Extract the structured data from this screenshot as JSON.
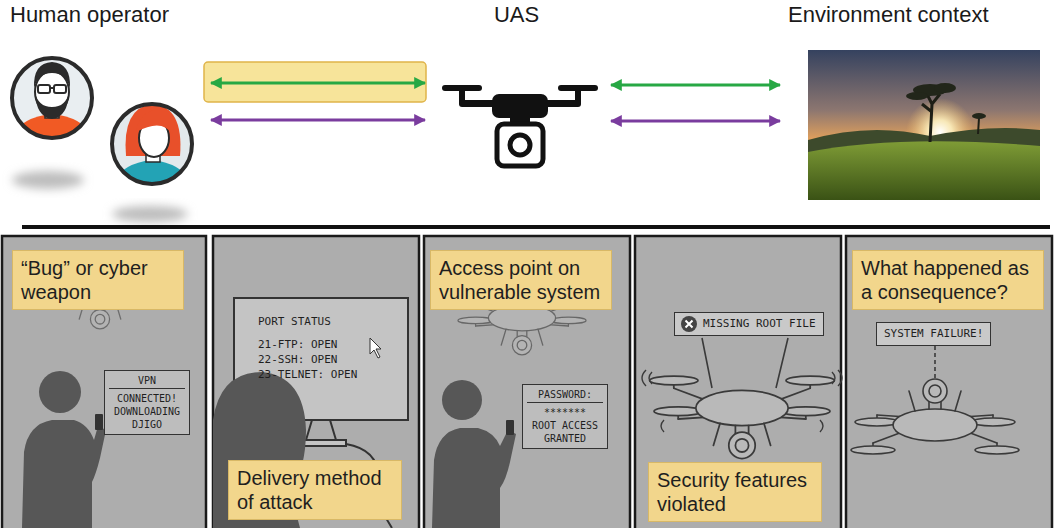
{
  "diagram": {
    "nodes": [
      {
        "text": [
          "Human operator"
        ]
      },
      {
        "text": [
          "UAS"
        ]
      },
      {
        "text": [
          "Environment context"
        ]
      },
      {
        "text": [
          "“Bug” or cyber weapon"
        ]
      },
      {
        "text": [
          "VPN",
          "CONNECTED! DOWNLOADING DJIGO"
        ]
      },
      {
        "text": [
          "PORT STATUS",
          "21-FTP: OPEN",
          "22-SSH: OPEN",
          "23-TELNET: OPEN"
        ]
      },
      {
        "text": [
          "Delivery method of attack"
        ]
      },
      {
        "text": [
          "Access point on vulnerable system"
        ]
      },
      {
        "text": [
          "PASSWORD:",
          "*******",
          "ROOT ACCESS GRANTED"
        ]
      },
      {
        "text": [
          "MISSING ROOT FILE"
        ]
      },
      {
        "text": [
          "Security features violated"
        ]
      },
      {
        "text": [
          "What happened as a consequence?"
        ]
      },
      {
        "text": [
          "SYSTEM FAILURE!"
        ]
      }
    ],
    "edges": [
      {
        "from": 0,
        "to": 1,
        "arrow": "both"
      },
      {
        "from": 0,
        "to": 1,
        "arrow": "both"
      },
      {
        "from": 1,
        "to": 2,
        "arrow": "both"
      },
      {
        "from": 1,
        "to": 2,
        "arrow": "both"
      }
    ]
  }
}
